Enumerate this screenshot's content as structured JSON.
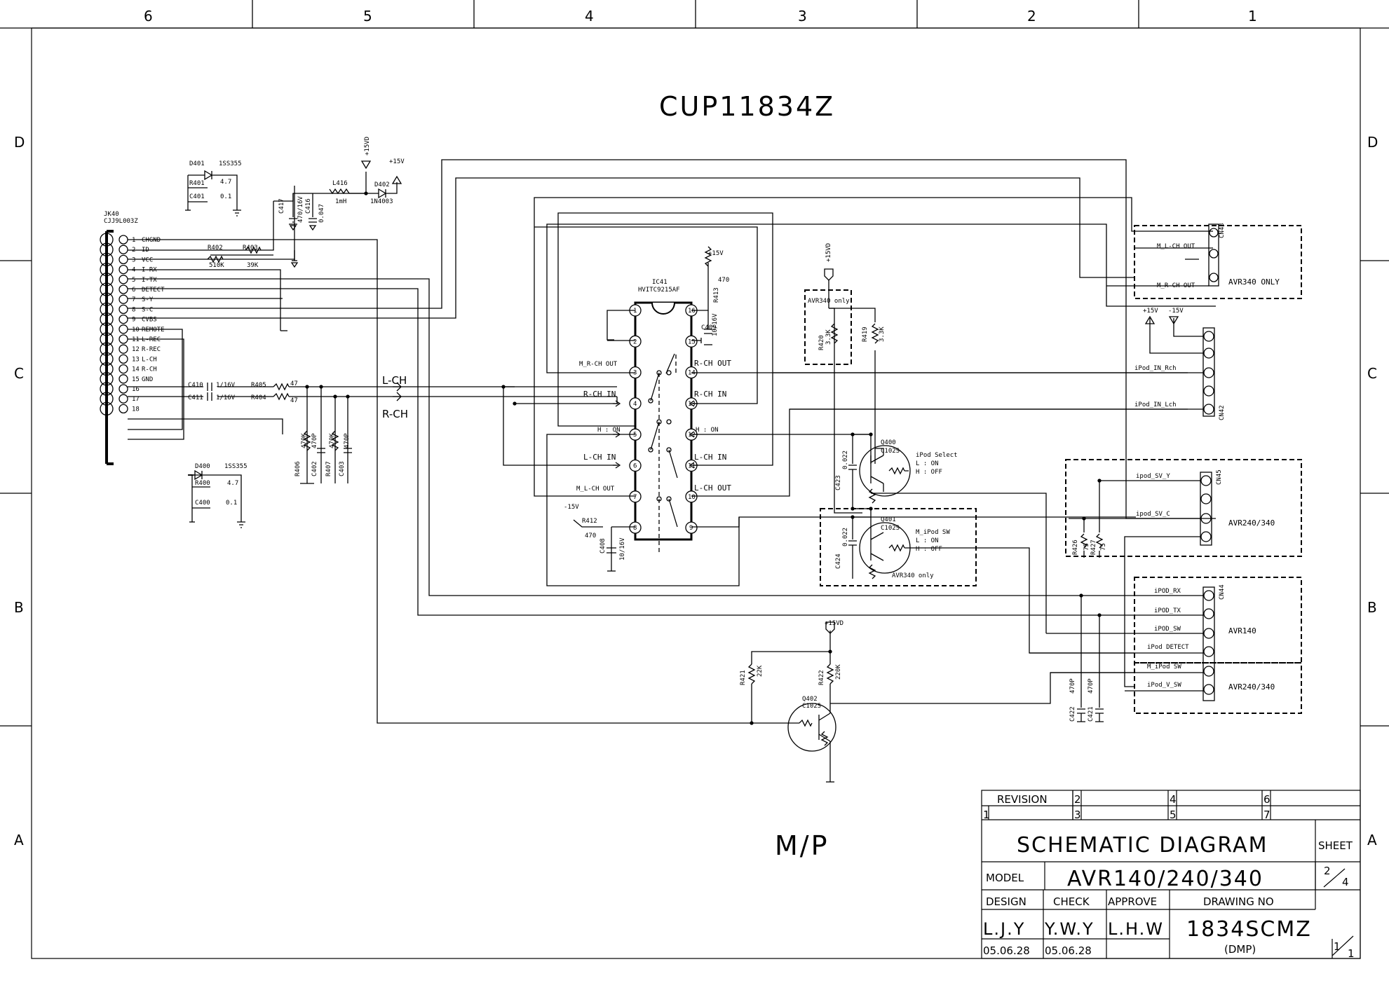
{
  "sheet": {
    "title": "CUP11834Z",
    "footer_mp": "M/P",
    "zones_top": [
      "6",
      "5",
      "4",
      "3",
      "2",
      "1"
    ],
    "zones_side": [
      "D",
      "C",
      "B",
      "A"
    ]
  },
  "connector_jk40": {
    "ref": "JK40",
    "part": "CJJ9L003Z",
    "pins": [
      "CHGND",
      "ID",
      "VCC",
      "I-RX",
      "I-TX",
      "DETECT",
      "S-Y",
      "S-C",
      "CVBS",
      "REMOTE",
      "L-REC",
      "R-REC",
      "L-CH",
      "R-CH",
      "GND",
      "",
      "",
      ""
    ]
  },
  "components": {
    "d401": "D401",
    "d401_part": "1SS355",
    "r401": "R401",
    "r401_val": "4.7",
    "c401": "C401",
    "c401_val": "0.1",
    "d400": "D400",
    "d400_part": "1SS355",
    "r400": "R400",
    "r400_val": "4.7",
    "c400": "C400",
    "c400_val": "0.1",
    "r402": "R402",
    "r402_val": "510K",
    "r403": "R403",
    "r403_val": "39K",
    "c417": "C417",
    "c417_val": "470/16V",
    "c416": "C416",
    "c416_val": "0.047",
    "l416": "L416",
    "l416_val": "1mH",
    "d402": "D402",
    "d402_part": "1N4003",
    "p15vd": "+15VD",
    "p15v": "+15V",
    "m15v": "-15V",
    "c410": "C410",
    "c410_val": "1/16V",
    "c411": "C411",
    "c411_val": "1/16V",
    "r405": "R405",
    "r405_val": "47",
    "r404": "R404",
    "r404_val": "47",
    "r406": "R406",
    "r406_val": "470K",
    "c402": "C402",
    "c402_val": "470P",
    "r407": "R407",
    "r407_val": "470K",
    "c403": "C403",
    "c403_val": "470P",
    "lch": "L-CH",
    "rch": "R-CH",
    "ic41": "IC41",
    "ic41_part": "HVITC9215AF",
    "r413": "R413",
    "r413_val": "470",
    "c409": "C409",
    "c409_val": "10/16V",
    "r412": "R412",
    "r412_val": "470",
    "c408": "C408",
    "c408_val": "10/16V",
    "m_rch_out": "M_R-CH OUT",
    "rch_out": "R-CH OUT",
    "rch_in_l": "R-CH IN",
    "rch_in_r": "R-CH IN",
    "h_on_l": "H : ON",
    "h_on_r": "H : ON",
    "lch_in_l": "L-CH IN",
    "lch_in_r": "L-CH IN",
    "m_lch_out": "M_L-CH OUT",
    "lch_out": "L-CH OUT",
    "avr340_only_box": "AVR340  only",
    "r420": "R420",
    "r420_val": "3.3K",
    "r419": "R419",
    "r419_val": "3.3K",
    "q400": "Q400",
    "q400_part": "C102S",
    "q400_func": "iPod Select",
    "q400_l": "L : ON",
    "q400_h": "H : OFF",
    "c423": "C423",
    "c423_val": "0.022",
    "q401": "Q401",
    "q401_part": "C102S",
    "q401_func": "M_iPod SW",
    "q401_l": "L : ON",
    "q401_h": "H : OFF",
    "c424": "C424",
    "c424_val": "0.022",
    "avr340_only2": "AVR340  only",
    "r421": "R421",
    "r421_val": "22K",
    "r422": "R422",
    "r422_val": "220K",
    "q402": "Q402",
    "q402_part": "C102S",
    "c422": "C422",
    "c422_val": "470P",
    "c421": "C421",
    "c421_val": "470P",
    "r426": "R426",
    "r426_val": "75",
    "r427": "R427",
    "r427_val": "75"
  },
  "connectors_right": {
    "cn43": {
      "ref": "CN43",
      "labels": [
        "M_L-CH OUT",
        "",
        "M_R-CH OUT"
      ],
      "note": "AVR340 ONLY"
    },
    "cn42": {
      "ref": "CN42",
      "labels": [
        "iPod_IN_Rch",
        "iPod_IN_Lch"
      ],
      "supply_a": "+15V",
      "supply_b": "-15V"
    },
    "cn45": {
      "ref": "CN45",
      "labels": [
        "ipod_SV_Y",
        "ipod_SV_C"
      ],
      "note": "AVR240/340"
    },
    "cn44": {
      "ref": "CN44",
      "labels": [
        "iPOD_RX",
        "iPOD_TX",
        "iPOD_SW",
        "iPod DETECT",
        "M_iPod SW",
        "iPod_V_SW"
      ],
      "note_a": "AVR140",
      "note_b": "AVR240/340"
    }
  },
  "title_block": {
    "revision": "REVISION",
    "rev": [
      "1",
      "2",
      "3",
      "4",
      "5",
      "6",
      "7"
    ],
    "heading": "SCHEMATIC DIAGRAM",
    "sheet_label": "SHEET",
    "sheet_num": "2",
    "sheet_tot": "4",
    "model_label": "MODEL",
    "model": "AVR140/240/340",
    "design_label": "DESIGN",
    "check_label": "CHECK",
    "approve_label": "APPROVE",
    "drawing_no_label": "DRAWING NO",
    "design": "L.J.Y",
    "check": "Y.W.Y",
    "approve": "L.H.W",
    "drawing_no": "1834SCMZ",
    "drawing_sub": "(DMP)",
    "design_date": "05.06.28",
    "check_date": "05.06.28",
    "page_a": "1",
    "page_b": "1"
  }
}
